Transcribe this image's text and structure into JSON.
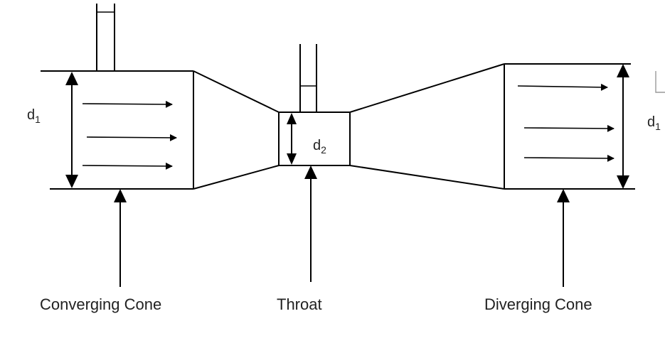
{
  "labels": {
    "left_diameter": {
      "base": "d",
      "sub": "1"
    },
    "throat_diameter": {
      "base": "d",
      "sub": "2"
    },
    "right_diameter": {
      "base": "d",
      "sub": "1"
    },
    "converging_cone": "Converging Cone",
    "throat": "Throat",
    "diverging_cone": "Diverging Cone"
  },
  "colors": {
    "stroke": "#000000",
    "text": "#222222",
    "background": "#ffffff"
  }
}
